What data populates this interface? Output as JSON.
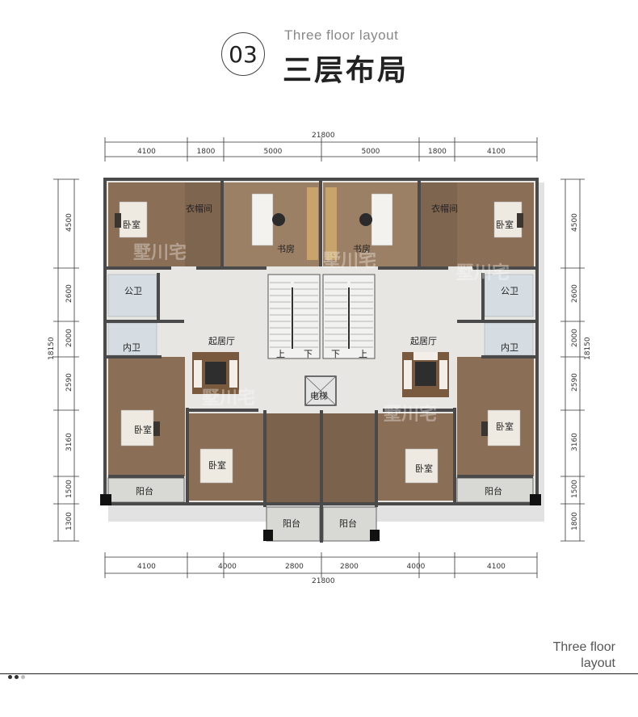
{
  "header": {
    "number": "03",
    "title_en": "Three floor layout",
    "title_cn": "三层布局"
  },
  "corner": {
    "line1": "Three floor",
    "line2": "layout"
  },
  "dimensions": {
    "top_total": "21800",
    "top": [
      "4100",
      "1800",
      "5000",
      "5000",
      "1800",
      "4100"
    ],
    "bottom": [
      "4100",
      "4000",
      "2800",
      "2800",
      "4000",
      "4100"
    ],
    "bottom_total": "21800",
    "left": [
      "4500",
      "2600",
      "2000",
      "2590",
      "3160",
      "1500",
      "1300"
    ],
    "left_total": "18150",
    "right": [
      "4500",
      "2600",
      "2000",
      "2590",
      "3160",
      "1500",
      "1800"
    ],
    "right_total": "18150"
  },
  "rooms": {
    "bedroom": "卧室",
    "closet": "衣帽间",
    "study": "书房",
    "public_bath": "公卫",
    "private_bath": "内卫",
    "living": "起居厅",
    "balcony": "阳台",
    "elevator": "电梯",
    "stair_up": "上",
    "stair_down": "下"
  },
  "watermark": "墅川宅",
  "colors": {
    "wall": "#4a4a4a",
    "wood": "#8a6e55",
    "floor": "#e8e6e2",
    "tile": "#d6dde2"
  }
}
